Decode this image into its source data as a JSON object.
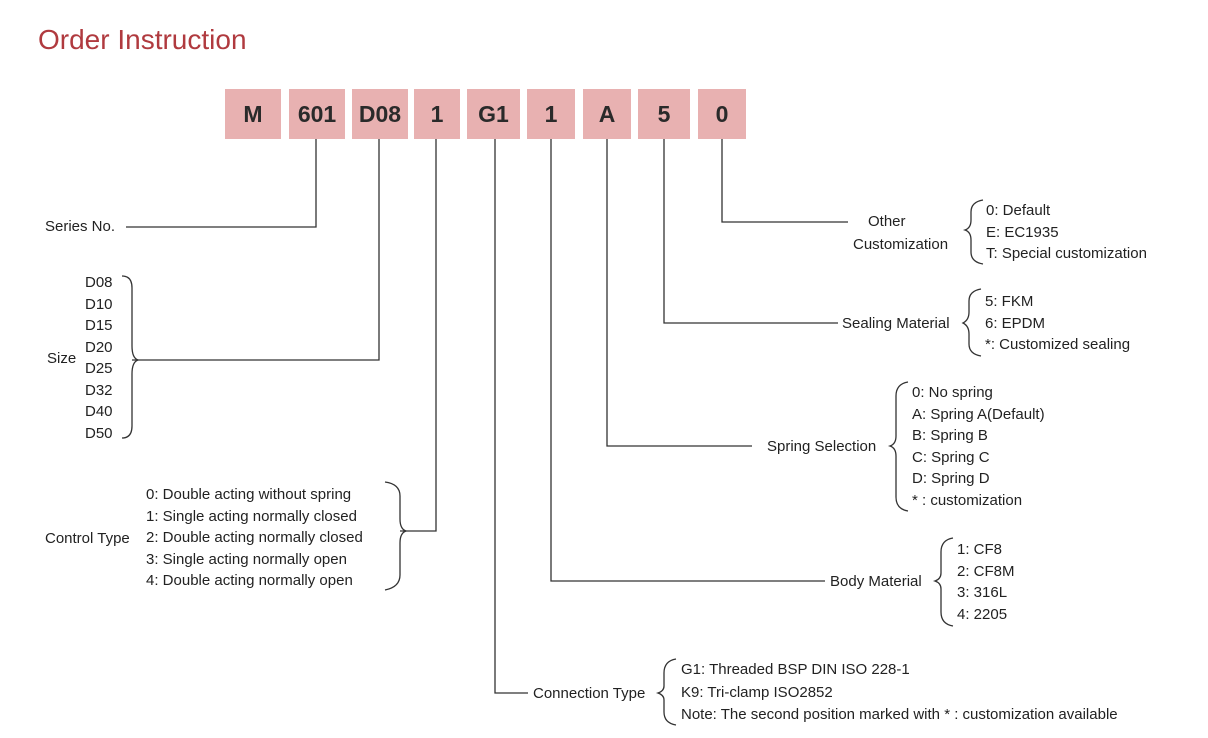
{
  "title": "Order Instruction",
  "code": [
    "M",
    "601",
    "D08",
    "1",
    "G1",
    "1",
    "A",
    "5",
    "0"
  ],
  "series_label": "Series No.",
  "size": {
    "label": "Size",
    "options": [
      "D08",
      "D10",
      "D15",
      "D20",
      "D25",
      "D32",
      "D40",
      "D50"
    ]
  },
  "control_type": {
    "label": "Control Type",
    "options": [
      "0: Double acting without spring",
      "1: Single acting normally closed",
      "2: Double acting normally closed",
      "3: Single acting normally open",
      "4: Double acting normally open"
    ]
  },
  "other_customization": {
    "label_line1": "Other",
    "label_line2": "Customization",
    "options": [
      "0: Default",
      "E: EC1935",
      "T: Special customization"
    ]
  },
  "sealing_material": {
    "label": "Sealing Material",
    "options": [
      "5:  FKM",
      "6:  EPDM",
      "*:  Customized sealing"
    ]
  },
  "spring_selection": {
    "label": "Spring Selection",
    "options": [
      "0: No spring",
      "A: Spring A(Default)",
      "B: Spring B",
      "C: Spring C",
      "D: Spring D",
      "* : customization"
    ]
  },
  "body_material": {
    "label": "Body Material",
    "options": [
      "1: CF8",
      "2: CF8M",
      "3: 316L",
      "4: 2205"
    ]
  },
  "connection_type": {
    "label": "Connection Type",
    "options": [
      "G1: Threaded BSP DIN ISO 228-1",
      "K9: Tri-clamp ISO2852",
      "Note: The second position marked with * : customization available"
    ]
  },
  "colors": {
    "title": "#b03a3f",
    "code_box": "#e8b1b1",
    "line": "#333333",
    "text": "#222222"
  }
}
